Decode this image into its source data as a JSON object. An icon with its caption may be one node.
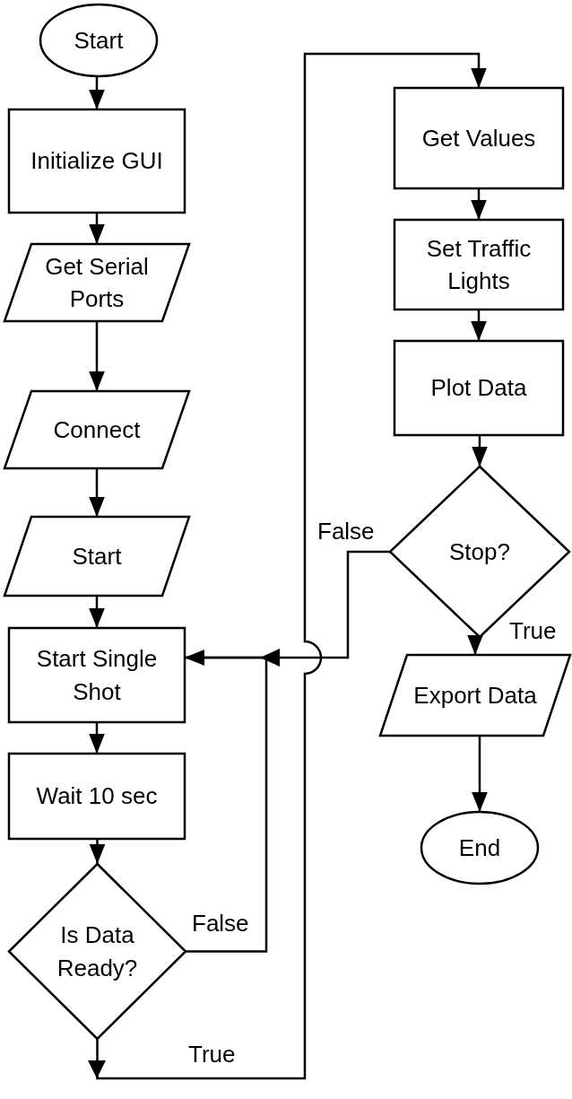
{
  "diagram": {
    "nodes": [
      {
        "text": [
          "Start"
        ]
      },
      {
        "text": [
          "Initialize GUI"
        ]
      },
      {
        "text": [
          "Get Serial Ports"
        ]
      },
      {
        "text": [
          "Connect"
        ]
      },
      {
        "text": [
          "Start"
        ]
      },
      {
        "text": [
          "Start Single Shot"
        ]
      },
      {
        "text": [
          "Wait 10 sec"
        ]
      },
      {
        "text": [
          "Is Data Ready?"
        ]
      },
      {
        "text": [
          "Get Values"
        ]
      },
      {
        "text": [
          "Set Traffic Lights"
        ]
      },
      {
        "text": [
          "Plot Data"
        ]
      },
      {
        "text": [
          "Stop?"
        ]
      },
      {
        "text": [
          "Export Data"
        ]
      },
      {
        "text": [
          "End"
        ]
      }
    ],
    "edges": [
      {
        "from": 0,
        "to": 1,
        "arrow": "to"
      },
      {
        "from": 1,
        "to": 2,
        "arrow": "to"
      },
      {
        "from": 2,
        "to": 3,
        "arrow": "to"
      },
      {
        "from": 3,
        "to": 4,
        "arrow": "to"
      },
      {
        "from": 4,
        "to": 5,
        "arrow": "to"
      },
      {
        "from": 5,
        "to": 6,
        "arrow": "to"
      },
      {
        "from": 6,
        "to": 7,
        "arrow": "to"
      },
      {
        "from": 7,
        "to": 5,
        "arrow": "to",
        "label": "False"
      },
      {
        "from": 7,
        "to": 8,
        "arrow": "to",
        "label": "True"
      },
      {
        "from": 8,
        "to": 9,
        "arrow": "to"
      },
      {
        "from": 9,
        "to": 10,
        "arrow": "to"
      },
      {
        "from": 10,
        "to": 11,
        "arrow": "to"
      },
      {
        "from": 11,
        "to": 5,
        "arrow": "to",
        "label": "False"
      },
      {
        "from": 11,
        "to": 12,
        "arrow": "to",
        "label": "True"
      },
      {
        "from": 12,
        "to": 13,
        "arrow": "to"
      }
    ]
  }
}
